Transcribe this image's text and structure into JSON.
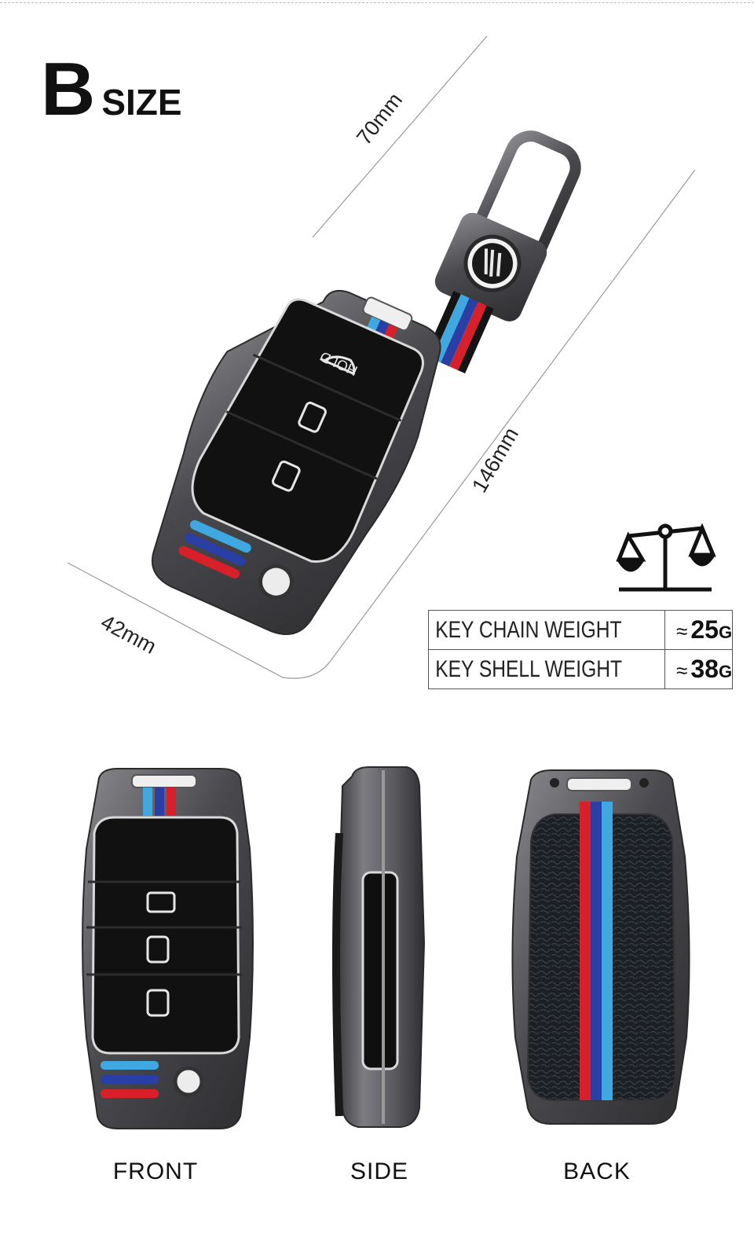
{
  "header": {
    "letter": "B",
    "word": "SIZE"
  },
  "dimensions": {
    "length": "146mm",
    "width": "42mm",
    "keychain_length": "70mm"
  },
  "weights": [
    {
      "label": "KEY CHAIN WEIGHT",
      "approx": "≈",
      "value": "25",
      "unit": "G"
    },
    {
      "label": "KEY SHELL WEIGHT",
      "approx": "≈",
      "value": "38",
      "unit": "G"
    }
  ],
  "icons": {
    "scale": "balance-scale-icon"
  },
  "key_buttons": {
    "hold_label": "HOLD"
  },
  "views": {
    "front": "FRONT",
    "side": "SIDE",
    "back": "BACK"
  },
  "colors": {
    "stripe_light_blue": "#3fa8e0",
    "stripe_blue": "#2a3fa6",
    "stripe_red": "#d8202a",
    "metal": "#5a5a5e"
  }
}
